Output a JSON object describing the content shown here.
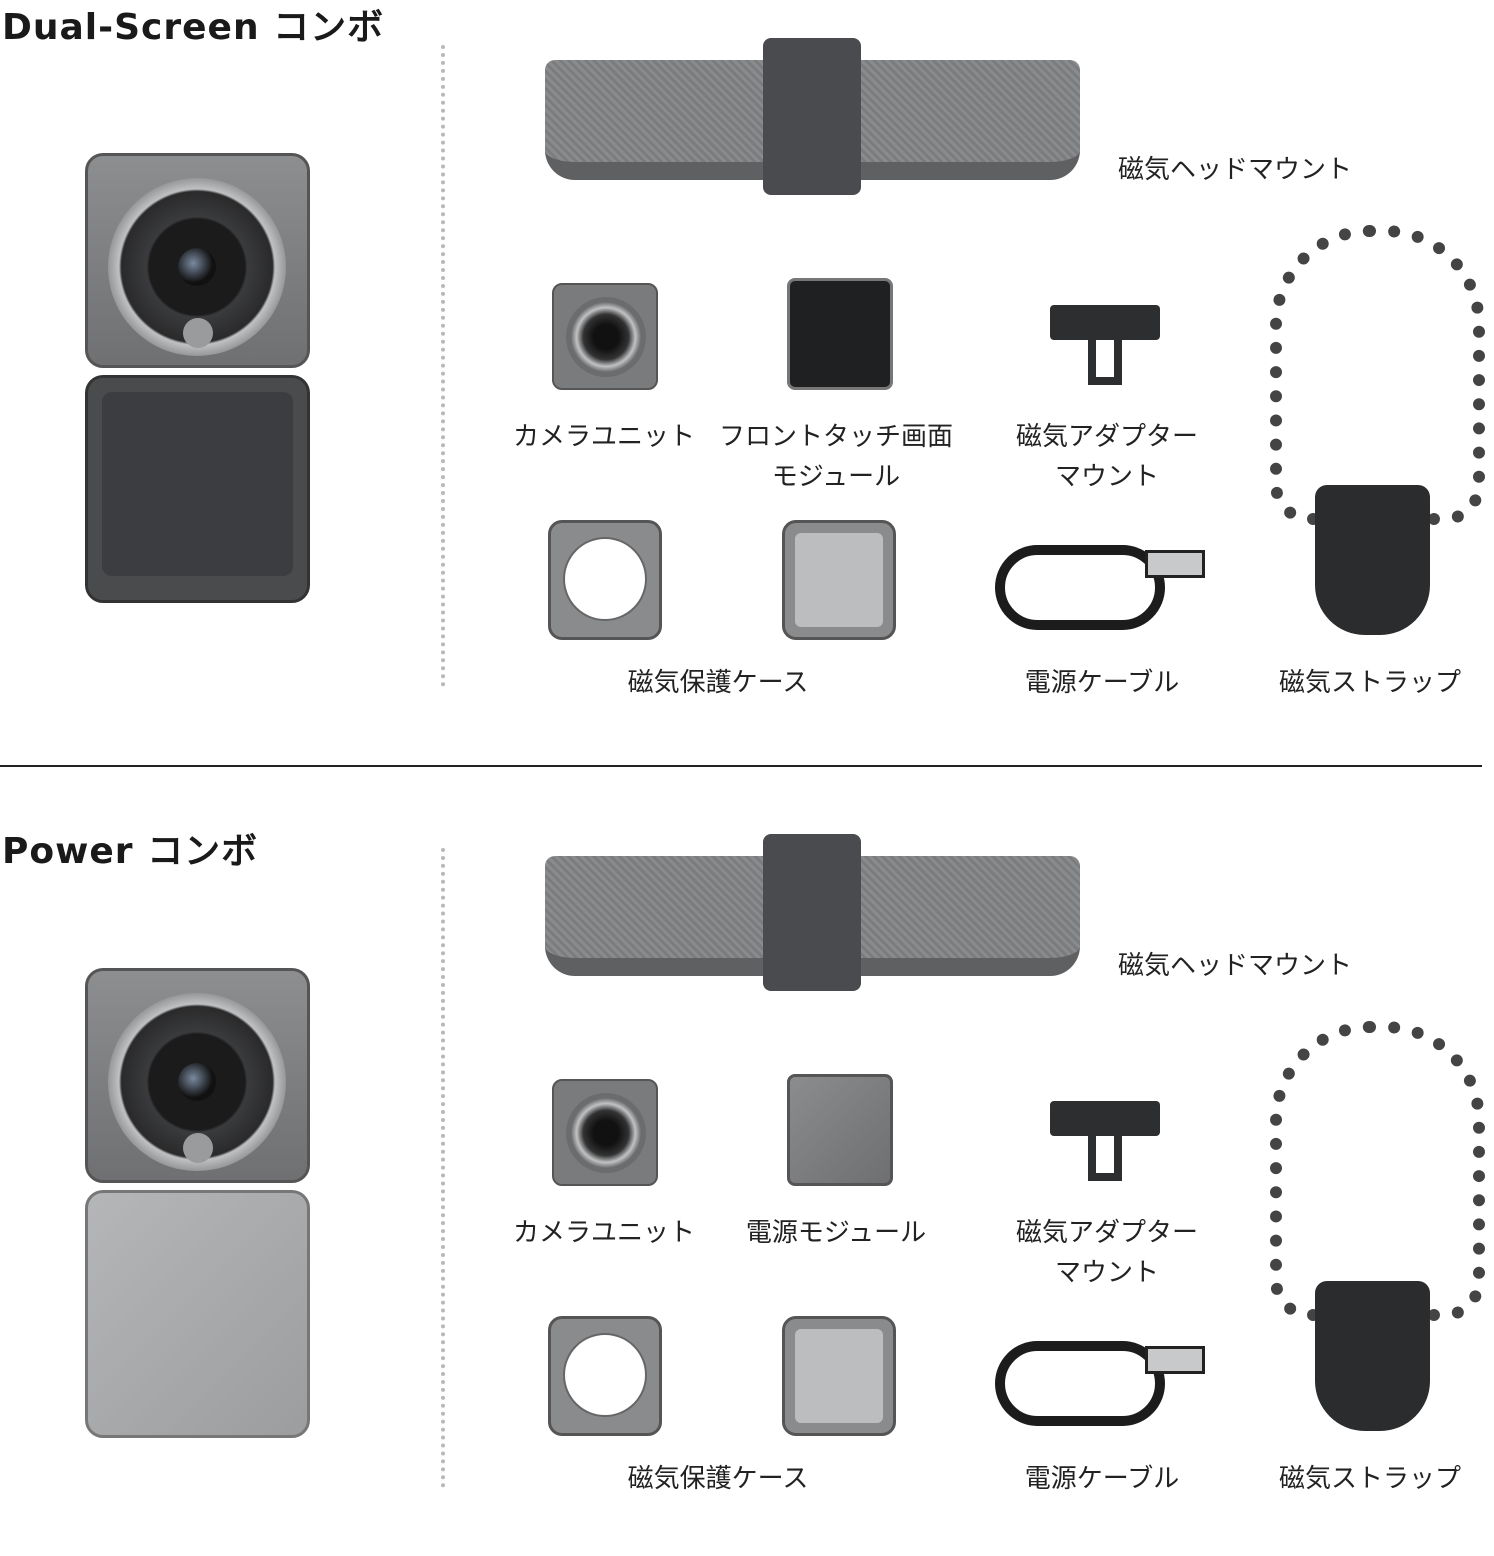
{
  "sections": [
    {
      "title": "Dual-Screen コンボ",
      "items": {
        "headmount": "磁気ヘッドマウント",
        "camera_unit": "カメラユニット",
        "module_line1": "フロントタッチ画面",
        "module_line2": "モジュール",
        "adapter_line1": "磁気アダプター",
        "adapter_line2": "マウント",
        "case": "磁気保護ケース",
        "cable": "電源ケーブル",
        "strap": "磁気ストラップ"
      }
    },
    {
      "title": "Power コンボ",
      "items": {
        "headmount": "磁気ヘッドマウント",
        "camera_unit": "カメラユニット",
        "module_line1": "電源モジュール",
        "adapter_line1": "磁気アダプター",
        "adapter_line2": "マウント",
        "case": "磁気保護ケース",
        "cable": "電源ケーブル",
        "strap": "磁気ストラップ"
      }
    }
  ]
}
